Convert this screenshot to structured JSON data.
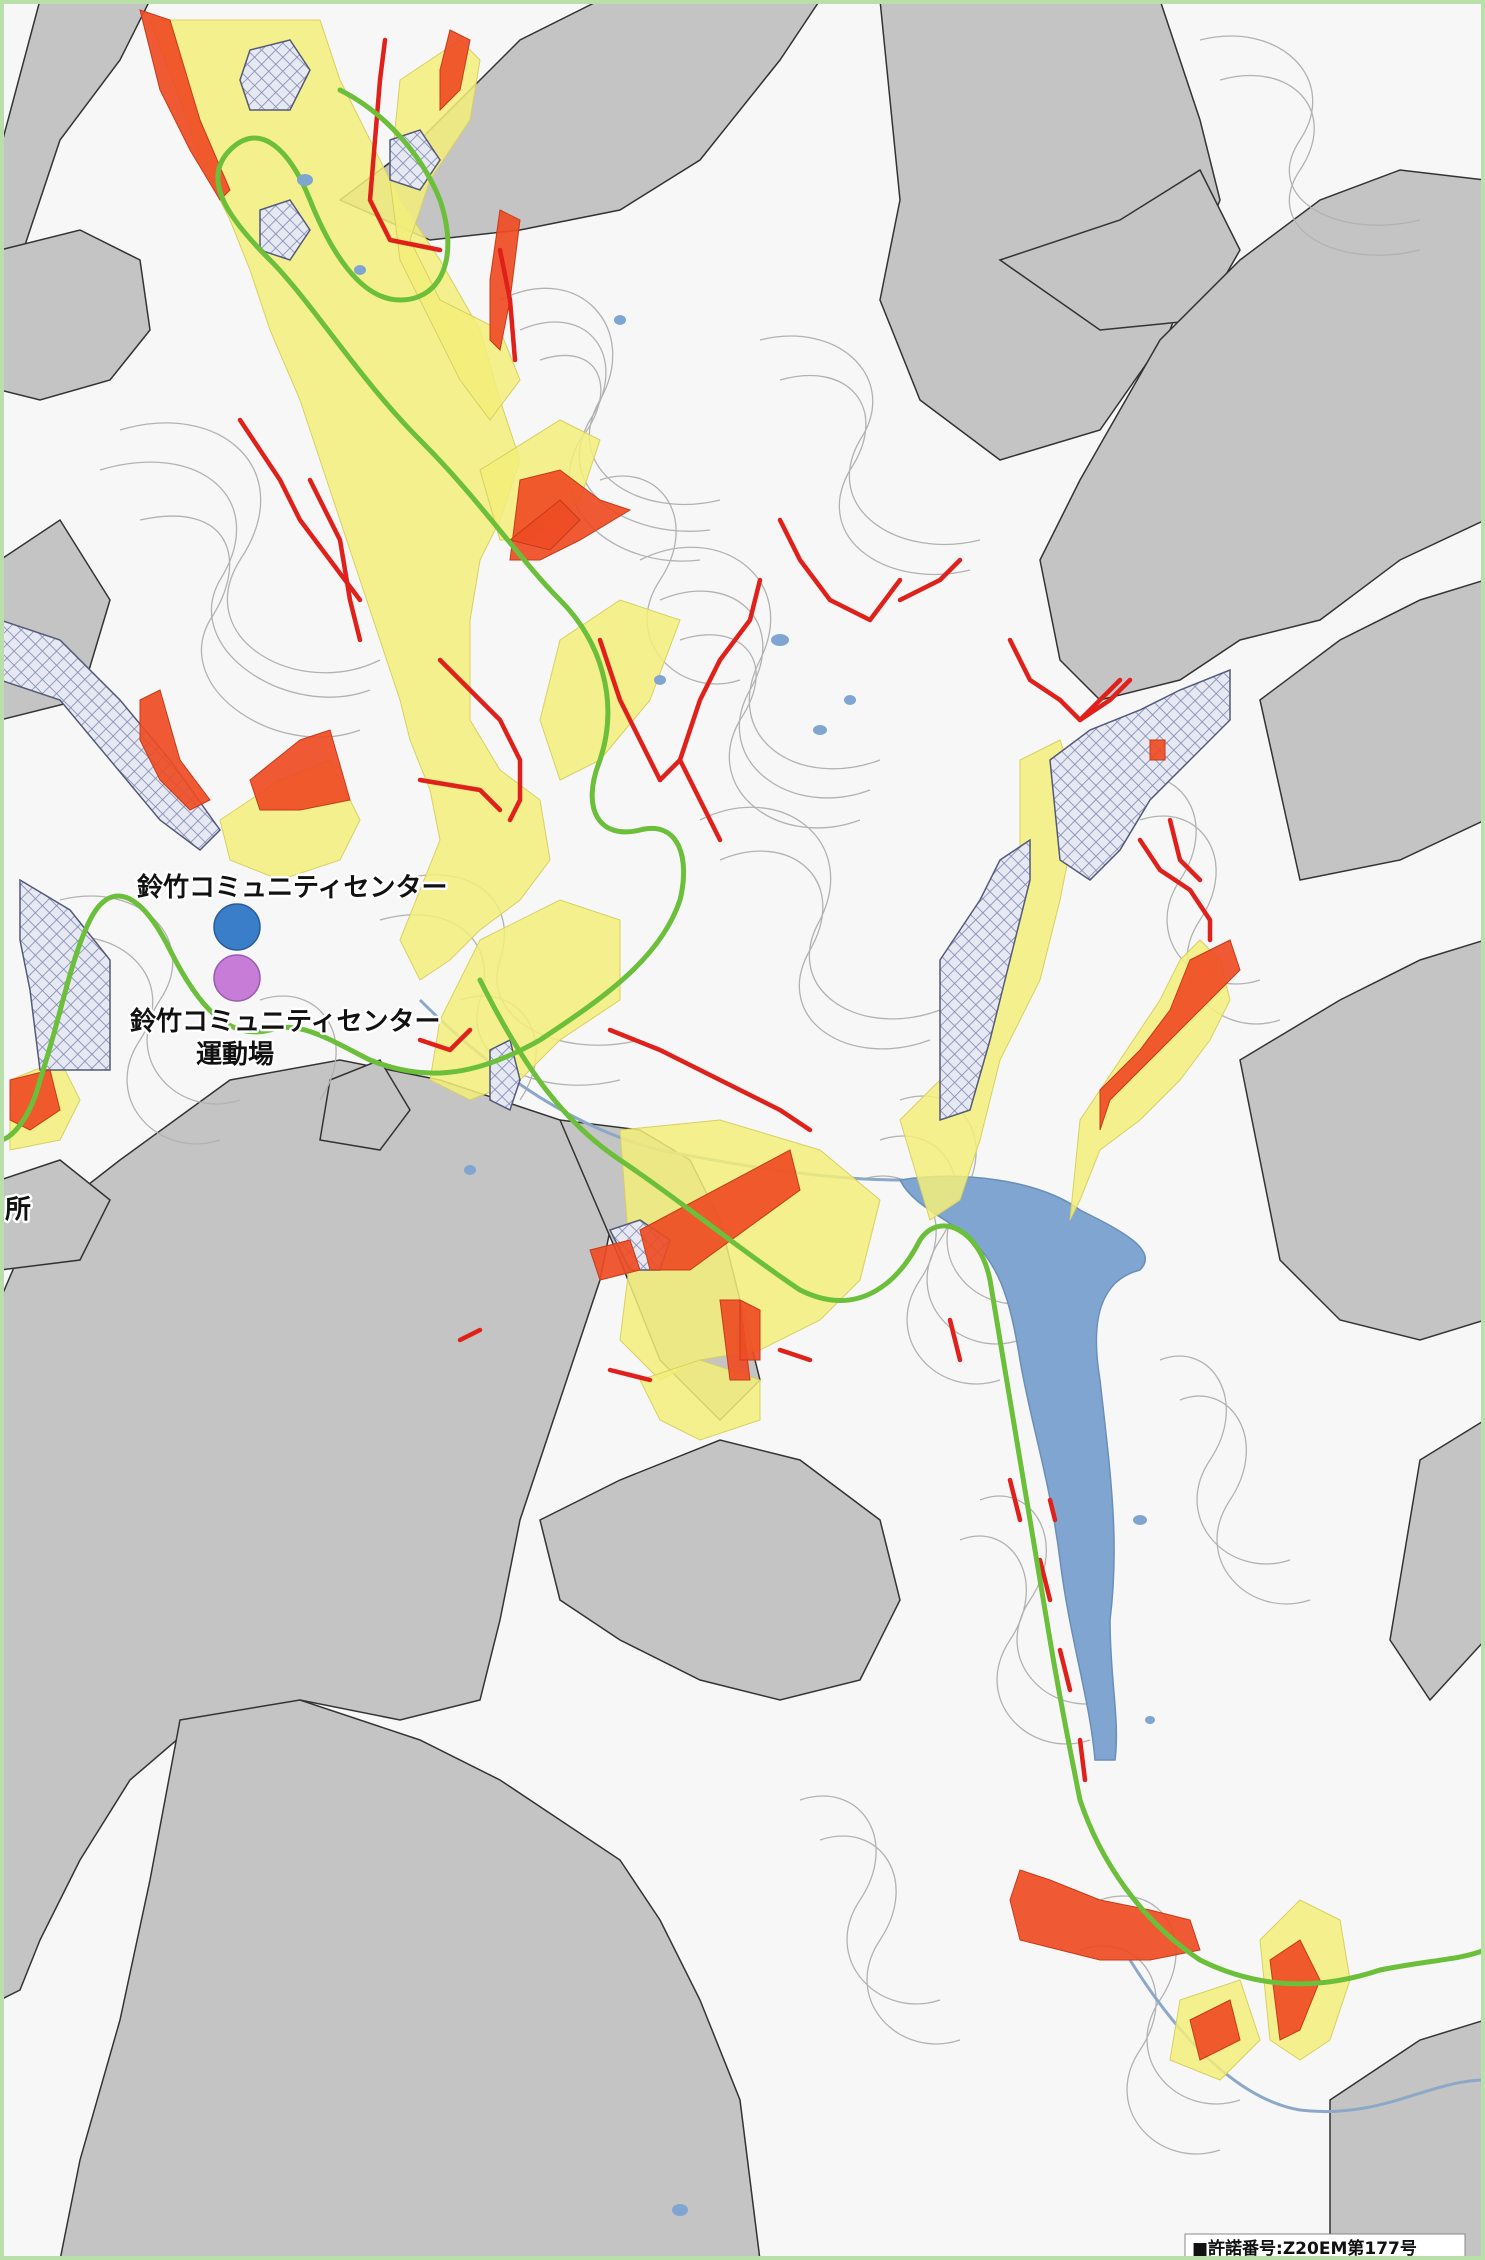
{
  "labels": {
    "community_center": "鈴竹コミュニティセンター",
    "sports_ground_line1": "鈴竹コミュニティセンター",
    "sports_ground_line2": "運動場",
    "edge_fragment": "所"
  },
  "permit": {
    "text": "■許諾番号:Z20EM第177号"
  },
  "colors": {
    "background": "#f7f7f7",
    "gray_area": "#c4c4c4",
    "contour": "#b2b2b2",
    "yellow_zone": "#f3ee7a",
    "red_zone": "#ee4c24",
    "red_line": "#e0201a",
    "green_route": "#6cbf3b",
    "crosshatch": "#7f88b2",
    "water": "#7fa5d0",
    "marker_blue": "#3a7dc8",
    "marker_pink": "#c77dd8",
    "frame": "#b8e0a8"
  },
  "markers": [
    {
      "name": "community-center",
      "color": "#3a7dc8"
    },
    {
      "name": "community-center-sports-ground",
      "color": "#c77dd8"
    }
  ]
}
